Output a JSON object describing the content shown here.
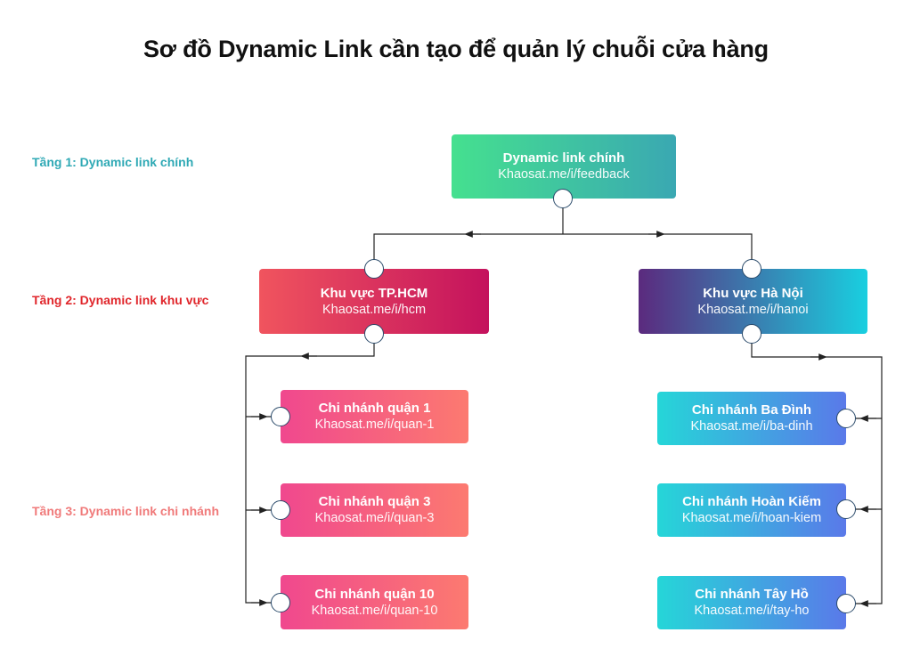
{
  "title": "Sơ đồ Dynamic Link cần tạo để quản lý chuỗi cửa hàng",
  "tiers": {
    "tier1": "Tầng 1: Dynamic link chính",
    "tier2": "Tầng 2: Dynamic link khu vực",
    "tier3": "Tầng 3: Dynamic link chi nhánh"
  },
  "colors": {
    "tier1": "#2fa9b5",
    "tier2": "#e0262b",
    "tier3": "#f07a7a",
    "connector": "#222222"
  },
  "nodes": {
    "main": {
      "title": "Dynamic link chính",
      "url": "Khaosat.me/i/feedback"
    },
    "hcm": {
      "title": "Khu vực TP.HCM",
      "url": "Khaosat.me/i/hcm"
    },
    "hanoi": {
      "title": "Khu vực Hà Nội",
      "url": "Khaosat.me/i/hanoi"
    },
    "q1": {
      "title": "Chi nhánh quận 1",
      "url": "Khaosat.me/i/quan-1"
    },
    "q3": {
      "title": "Chi nhánh quận 3",
      "url": "Khaosat.me/i/quan-3"
    },
    "q10": {
      "title": "Chi nhánh quận 10",
      "url": "Khaosat.me/i/quan-10"
    },
    "badinh": {
      "title": "Chi nhánh Ba Đình",
      "url": "Khaosat.me/i/ba-dinh"
    },
    "hoankiem": {
      "title": "Chi nhánh Hoàn Kiếm",
      "url": "Khaosat.me/i/hoan-kiem"
    },
    "tayho": {
      "title": "Chi nhánh Tây Hồ",
      "url": "Khaosat.me/i/tay-ho"
    }
  }
}
